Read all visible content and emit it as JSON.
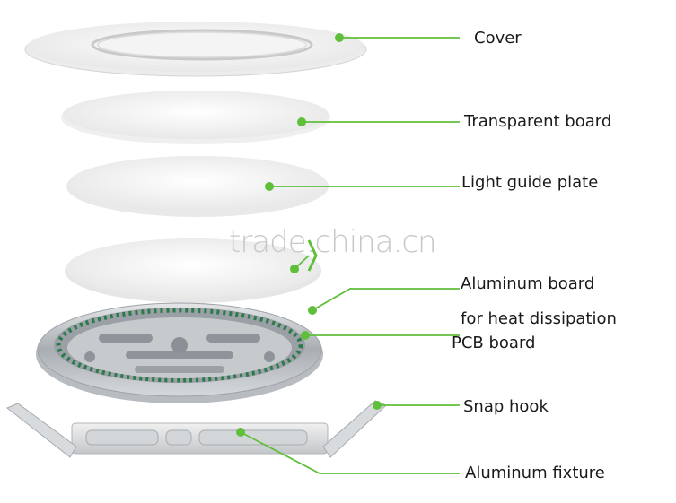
{
  "diagram": {
    "colors": {
      "leader": "#5fbf3a",
      "metal": "#bfc3c7",
      "disc": "#f2f2f2",
      "led": "#2a7a4a"
    },
    "labels": {
      "cover": "Cover",
      "transparent_board": "Transparent board",
      "light_guide_plate": "Light guide plate",
      "aluminum_board": "Aluminum board",
      "for_heat_dissipation": "for heat dissipation",
      "pcb_board": "PCB board",
      "snap_hook": "Snap hook",
      "aluminum_fixture": "Aluminum fixture"
    },
    "watermark": "trade.china.cn"
  }
}
